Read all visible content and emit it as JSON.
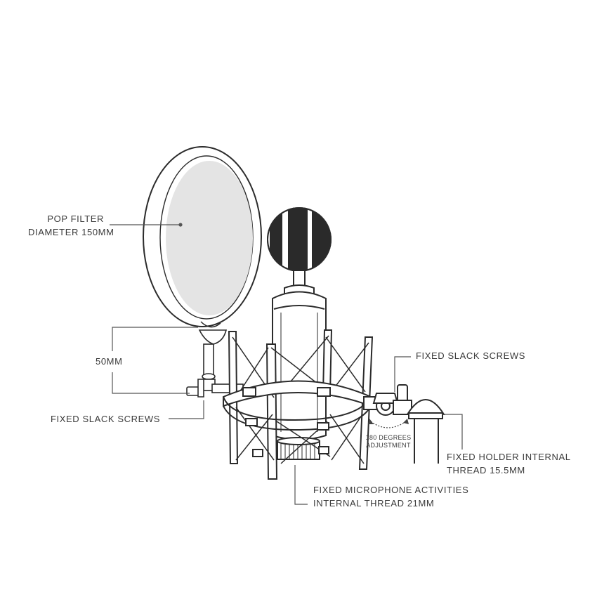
{
  "labels": {
    "pop_filter_line1": "POP FILTER",
    "pop_filter_line2": "DIAMETER 150MM",
    "height_50mm": "50MM",
    "slack_screws_left": "FIXED SLACK SCREWS",
    "slack_screws_right": "FIXED SLACK SCREWS",
    "rotation_line1": "180 DEGREES",
    "rotation_line2": "ADJUSTMENT",
    "holder_line1": "FIXED HOLDER INTERNAL",
    "holder_line2": "THREAD 15.5MM",
    "mic_thread_line1": "FIXED MICROPHONE ACTIVITIES",
    "mic_thread_line2": "INTERNAL THREAD 21MM"
  },
  "colors": {
    "line": "#2b2b2b",
    "leader": "#555555",
    "mesh": "#e4e4e4",
    "grille_dark": "#2a2a2a",
    "text": "#3a3a3a"
  }
}
